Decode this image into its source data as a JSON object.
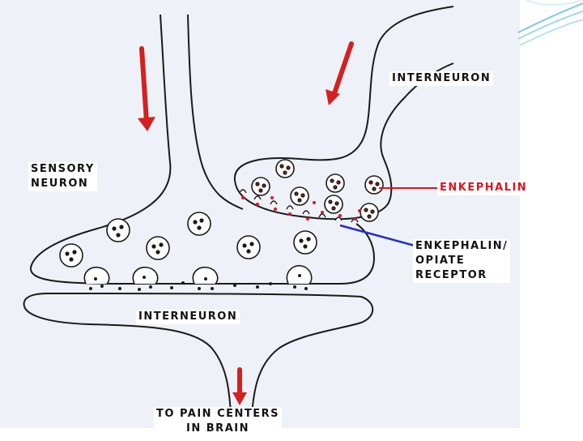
{
  "labels": {
    "interneuron_top": "INTERNEURON",
    "sensory_line1": "SENSORY",
    "sensory_line2": "NEURON",
    "enkephalin": "ENKEPHALIN",
    "receptor_line1": "ENKEPHALIN/",
    "receptor_line2": "OPIATE",
    "receptor_line3": "RECEPTOR",
    "interneuron_bottom": "INTERNEURON",
    "pain_line1": "TO PAIN CENTERS",
    "pain_line2": "IN BRAIN"
  },
  "colors": {
    "membrane": "#1a1a1a",
    "enkephalin": "#e0141e",
    "receptor_pointer": "#1f2fd0",
    "arrow": "#d42020",
    "backdrop": "#eef1f7",
    "corner_accent": "#7cc8e8"
  },
  "icons": {
    "signal_arrow": "down-arrow-icon"
  }
}
